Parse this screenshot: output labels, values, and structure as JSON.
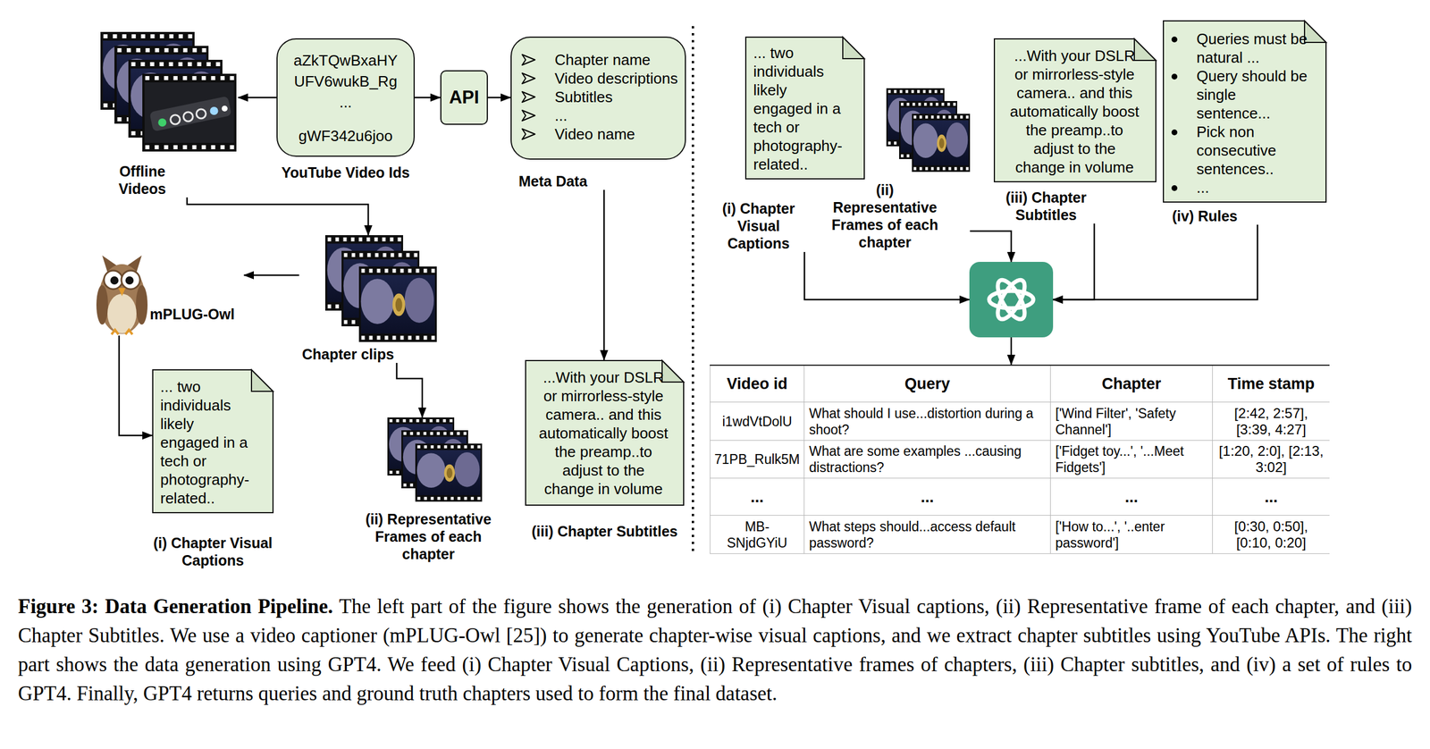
{
  "diagram": {
    "title": "Figure 3: Data Generation Pipeline.",
    "caption": "The left part of the figure shows the generation of (i) Chapter Visual captions, (ii) Representative frame of each chapter, and (iii) Chapter Subtitles. We use a video captioner (mPLUG-Owl [25]) to generate chapter-wise visual captions, and we extract chapter subtitles using YouTube APIs. The right part shows the data generation using GPT4. We feed (i) Chapter Visual Captions, (ii) Representative frames of chapters, (iii) Chapter subtitles, and (iv) a set of rules to GPT4. Finally, GPT4 returns queries and ground truth chapters used to form the final dataset.",
    "nodes": [
      {
        "text": [
          "Offline Videos"
        ]
      },
      {
        "text": [
          "aZkTQwBxaHY",
          "UFV6wukB_Rg",
          "...",
          "gWF342u6joo",
          "YouTube Video Ids"
        ]
      },
      {
        "text": [
          "API"
        ]
      },
      {
        "text": [
          "Chapter name",
          "Video descriptions",
          "Subtitles",
          "...",
          "Video name",
          "Meta Data"
        ]
      },
      {
        "text": [
          "Chapter clips"
        ]
      },
      {
        "text": [
          "mPLUG-Owl"
        ]
      },
      {
        "text": [
          "... two individuals likely engaged in a tech or photography-related..",
          "(i) Chapter Visual Captions"
        ]
      },
      {
        "text": [
          "(ii) Representative Frames of each chapter"
        ]
      },
      {
        "text": [
          "...With your DSLR or mirrorless-style camera.. and this automatically boost the preamp..to adjust to the change in volume",
          "(iii) Chapter Subtitles"
        ]
      },
      {
        "text": [
          "... two individuals likely engaged in a tech or photography-related..",
          "(i) Chapter Visual Captions"
        ]
      },
      {
        "text": [
          "(ii) Representative Frames of each chapter"
        ]
      },
      {
        "text": [
          "...With your DSLR or mirrorless-style camera.. and this automatically boost the preamp..to adjust to the change in volume",
          "(iii) Chapter Subtitles"
        ]
      },
      {
        "text": [
          "Queries must be natural ...",
          "Query should be single sentence...",
          "Pick non consecutive sentences..",
          "...",
          "(iv) Rules"
        ]
      },
      {
        "text": []
      },
      {
        "text": [
          "Video id",
          "Query",
          "Chapter",
          "Time stamp",
          "i1wdVtDolU",
          "What should I use...distortion during a shoot?",
          "['Wind Filter', 'Safety Channel']",
          "[2:42, 2:57], [3:39, 4:27]",
          "71PB_Rulk5M",
          "What are some examples ...causing distractions?",
          "['Fidget toy...', '...Meet Fidgets']",
          "[1:20, 2:0], [2:13, 3:02]",
          "...",
          "...",
          "...",
          "...",
          "MB-SNjdGYiU",
          "What steps should...access default password?",
          "['How to...', '..enter password']",
          "[0:30, 0:50], [0:10, 0:20]"
        ]
      }
    ],
    "edges": [
      {
        "from": 1,
        "to": 0,
        "arrow": "to"
      },
      {
        "from": 1,
        "to": 2,
        "arrow": "to"
      },
      {
        "from": 2,
        "to": 3,
        "arrow": "to"
      },
      {
        "from": 0,
        "to": 4,
        "arrow": "to"
      },
      {
        "from": 4,
        "to": 5,
        "arrow": "to"
      },
      {
        "from": 5,
        "to": 6,
        "arrow": "to"
      },
      {
        "from": 4,
        "to": 7,
        "arrow": "to"
      },
      {
        "from": 3,
        "to": 8,
        "arrow": "to"
      },
      {
        "from": 9,
        "to": 13,
        "arrow": "to"
      },
      {
        "from": 10,
        "to": 13,
        "arrow": "to"
      },
      {
        "from": 11,
        "to": 13,
        "arrow": "to"
      },
      {
        "from": 12,
        "to": 13,
        "arrow": "to"
      },
      {
        "from": 13,
        "to": 14,
        "arrow": "to"
      }
    ]
  }
}
